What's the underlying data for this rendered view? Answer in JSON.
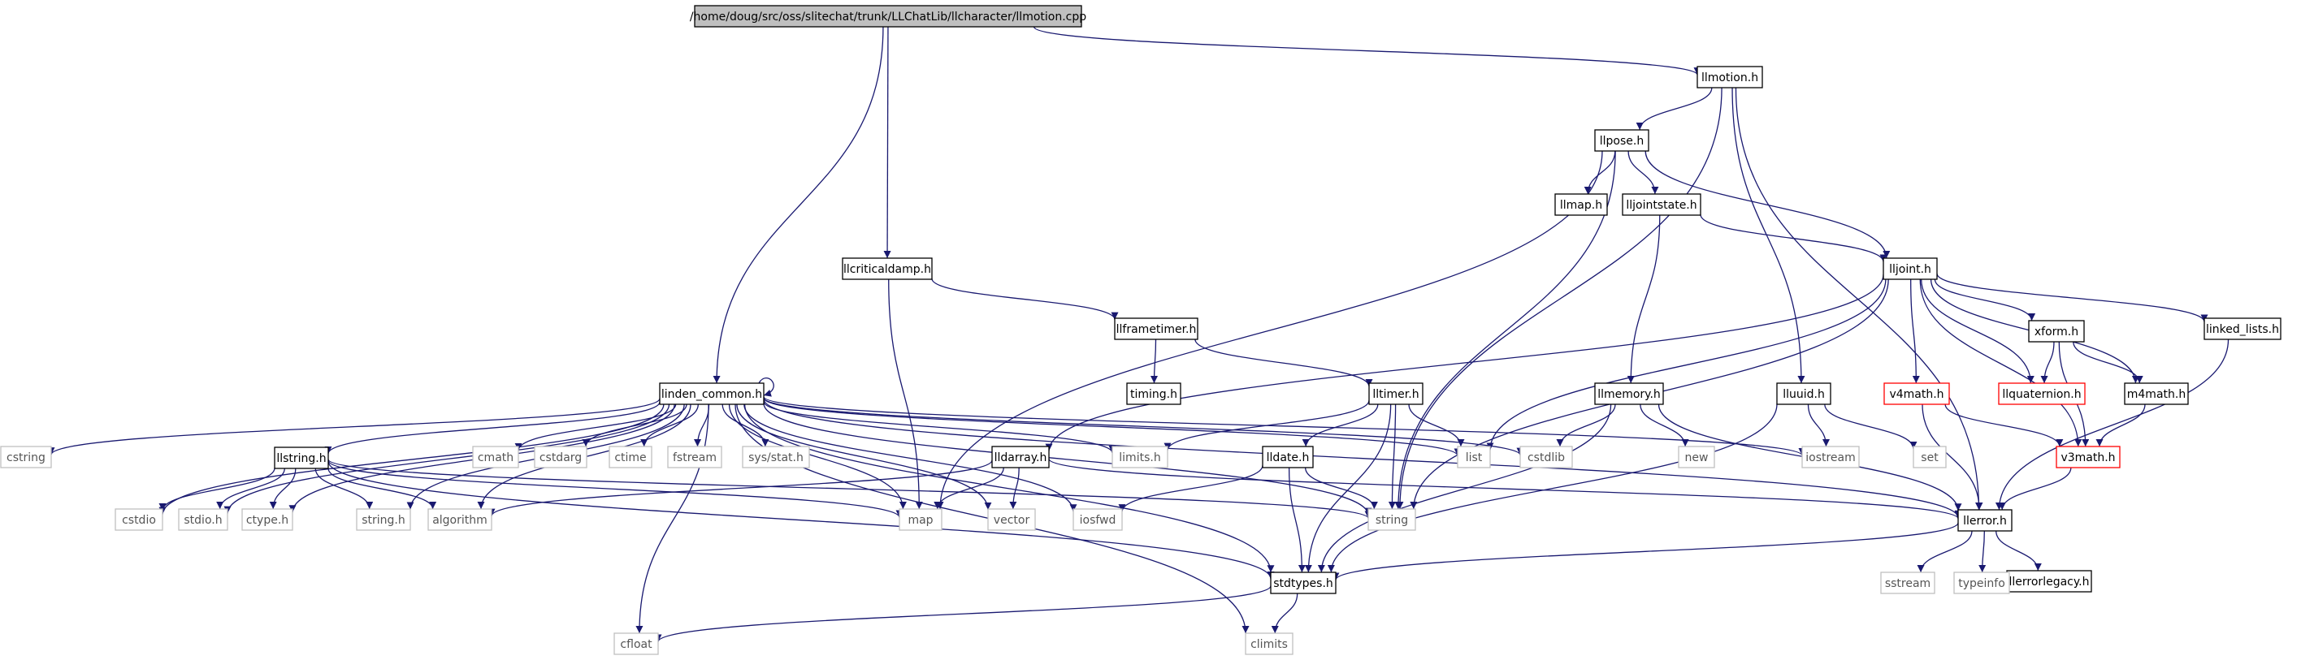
{
  "colors": {
    "edge": "#191970",
    "root_fill": "#bfbfbf",
    "documented_border": "#000000",
    "truncated_border": "#ff0000",
    "external_border": "#bfbfbf",
    "text_normal": "#000000",
    "text_external": "#555555"
  },
  "nodes": [
    {
      "id": "root",
      "label": "/home/doug/src/oss/slitechat/trunk/LLChatLib/llcharacter/llmotion.cpp",
      "kind": "root"
    },
    {
      "id": "llmotion",
      "label": "llmotion.h",
      "kind": "documented"
    },
    {
      "id": "llpose",
      "label": "llpose.h",
      "kind": "documented"
    },
    {
      "id": "llmap",
      "label": "llmap.h",
      "kind": "documented"
    },
    {
      "id": "lljointstate",
      "label": "lljointstate.h",
      "kind": "documented"
    },
    {
      "id": "lljoint",
      "label": "lljoint.h",
      "kind": "documented"
    },
    {
      "id": "llcriticaldamp",
      "label": "llcriticaldamp.h",
      "kind": "documented"
    },
    {
      "id": "llframetimer",
      "label": "llframetimer.h",
      "kind": "documented"
    },
    {
      "id": "timing",
      "label": "timing.h",
      "kind": "documented"
    },
    {
      "id": "lltimer",
      "label": "lltimer.h",
      "kind": "documented"
    },
    {
      "id": "linden_common",
      "label": "linden_common.h",
      "kind": "documented"
    },
    {
      "id": "llmemory",
      "label": "llmemory.h",
      "kind": "documented"
    },
    {
      "id": "lluuid",
      "label": "lluuid.h",
      "kind": "documented"
    },
    {
      "id": "xform",
      "label": "xform.h",
      "kind": "documented"
    },
    {
      "id": "linked_lists",
      "label": "linked_lists.h",
      "kind": "documented"
    },
    {
      "id": "v4math",
      "label": "v4math.h",
      "kind": "truncated"
    },
    {
      "id": "llquaternion",
      "label": "llquaternion.h",
      "kind": "truncated"
    },
    {
      "id": "m4math",
      "label": "m4math.h",
      "kind": "documented"
    },
    {
      "id": "v3math",
      "label": "v3math.h",
      "kind": "truncated"
    },
    {
      "id": "llstring",
      "label": "llstring.h",
      "kind": "documented"
    },
    {
      "id": "lldarray",
      "label": "lldarray.h",
      "kind": "documented"
    },
    {
      "id": "lldate",
      "label": "lldate.h",
      "kind": "documented"
    },
    {
      "id": "llerror",
      "label": "llerror.h",
      "kind": "documented"
    },
    {
      "id": "stdtypes",
      "label": "stdtypes.h",
      "kind": "documented"
    },
    {
      "id": "llerrorlegacy",
      "label": "llerrorlegacy.h",
      "kind": "documented"
    },
    {
      "id": "cstring",
      "label": "cstring",
      "kind": "external"
    },
    {
      "id": "cstdio",
      "label": "cstdio",
      "kind": "external"
    },
    {
      "id": "stdio_h",
      "label": "stdio.h",
      "kind": "external"
    },
    {
      "id": "ctype_h",
      "label": "ctype.h",
      "kind": "external"
    },
    {
      "id": "string_h",
      "label": "string.h",
      "kind": "external"
    },
    {
      "id": "algorithm",
      "label": "algorithm",
      "kind": "external"
    },
    {
      "id": "cmath",
      "label": "cmath",
      "kind": "external"
    },
    {
      "id": "cstdarg",
      "label": "cstdarg",
      "kind": "external"
    },
    {
      "id": "ctime",
      "label": "ctime",
      "kind": "external"
    },
    {
      "id": "fstream",
      "label": "fstream",
      "kind": "external"
    },
    {
      "id": "sysstat",
      "label": "sys/stat.h",
      "kind": "external"
    },
    {
      "id": "limits_h",
      "label": "limits.h",
      "kind": "external"
    },
    {
      "id": "list",
      "label": "list",
      "kind": "external"
    },
    {
      "id": "cstdlib",
      "label": "cstdlib",
      "kind": "external"
    },
    {
      "id": "new",
      "label": "new",
      "kind": "external"
    },
    {
      "id": "iostream",
      "label": "iostream",
      "kind": "external"
    },
    {
      "id": "set",
      "label": "set",
      "kind": "external"
    },
    {
      "id": "map",
      "label": "map",
      "kind": "external"
    },
    {
      "id": "vector",
      "label": "vector",
      "kind": "external"
    },
    {
      "id": "iosfwd",
      "label": "iosfwd",
      "kind": "external"
    },
    {
      "id": "string",
      "label": "string",
      "kind": "external"
    },
    {
      "id": "sstream",
      "label": "sstream",
      "kind": "external"
    },
    {
      "id": "typeinfo",
      "label": "typeinfo",
      "kind": "external"
    },
    {
      "id": "cfloat",
      "label": "cfloat",
      "kind": "external"
    },
    {
      "id": "climits",
      "label": "climits",
      "kind": "external"
    }
  ],
  "edges": [
    [
      "root",
      "llmotion"
    ],
    [
      "root",
      "llcriticaldamp"
    ],
    [
      "root",
      "linden_common"
    ],
    [
      "llmotion",
      "llpose"
    ],
    [
      "llmotion",
      "lluuid"
    ],
    [
      "llmotion",
      "string"
    ],
    [
      "llmotion",
      "llerror"
    ],
    [
      "llpose",
      "llmap"
    ],
    [
      "llpose",
      "lljointstate"
    ],
    [
      "llpose",
      "lljoint"
    ],
    [
      "llpose",
      "map"
    ],
    [
      "llpose",
      "string"
    ],
    [
      "lljointstate",
      "lljoint"
    ],
    [
      "lljointstate",
      "llmemory"
    ],
    [
      "lljoint",
      "xform"
    ],
    [
      "lljoint",
      "linked_lists"
    ],
    [
      "lljoint",
      "v4math"
    ],
    [
      "lljoint",
      "llquaternion"
    ],
    [
      "lljoint",
      "m4math"
    ],
    [
      "lljoint",
      "v3math"
    ],
    [
      "lljoint",
      "list"
    ],
    [
      "lljoint",
      "lldarray"
    ],
    [
      "lljoint",
      "string"
    ],
    [
      "llcriticaldamp",
      "llframetimer"
    ],
    [
      "llcriticaldamp",
      "map"
    ],
    [
      "llframetimer",
      "timing"
    ],
    [
      "llframetimer",
      "lltimer"
    ],
    [
      "lltimer",
      "list"
    ],
    [
      "lltimer",
      "limits_h"
    ],
    [
      "lltimer",
      "lldate"
    ],
    [
      "lltimer",
      "string"
    ],
    [
      "lltimer",
      "stdtypes"
    ],
    [
      "linden_common",
      "linden_common"
    ],
    [
      "linden_common",
      "cstring"
    ],
    [
      "linden_common",
      "cstdio"
    ],
    [
      "linden_common",
      "stdio_h"
    ],
    [
      "linden_common",
      "ctype_h"
    ],
    [
      "linden_common",
      "string_h"
    ],
    [
      "linden_common",
      "algorithm"
    ],
    [
      "linden_common",
      "llstring"
    ],
    [
      "linden_common",
      "cmath"
    ],
    [
      "linden_common",
      "cstdarg"
    ],
    [
      "linden_common",
      "ctime"
    ],
    [
      "linden_common",
      "fstream"
    ],
    [
      "linden_common",
      "sysstat"
    ],
    [
      "linden_common",
      "limits_h"
    ],
    [
      "linden_common",
      "list"
    ],
    [
      "linden_common",
      "cstdlib"
    ],
    [
      "linden_common",
      "iostream"
    ],
    [
      "linden_common",
      "map"
    ],
    [
      "linden_common",
      "vector"
    ],
    [
      "linden_common",
      "iosfwd"
    ],
    [
      "linden_common",
      "string"
    ],
    [
      "linden_common",
      "stdtypes"
    ],
    [
      "linden_common",
      "llerror"
    ],
    [
      "linden_common",
      "cfloat"
    ],
    [
      "linden_common",
      "climits"
    ],
    [
      "llstring",
      "cstdio"
    ],
    [
      "llstring",
      "stdio_h"
    ],
    [
      "llstring",
      "ctype_h"
    ],
    [
      "llstring",
      "string_h"
    ],
    [
      "llstring",
      "algorithm"
    ],
    [
      "llstring",
      "map"
    ],
    [
      "llstring",
      "string"
    ],
    [
      "llstring",
      "stdtypes"
    ],
    [
      "lldarray",
      "algorithm"
    ],
    [
      "lldarray",
      "map"
    ],
    [
      "lldarray",
      "vector"
    ],
    [
      "lldarray",
      "llerror"
    ],
    [
      "lldate",
      "iosfwd"
    ],
    [
      "lldate",
      "string"
    ],
    [
      "lldate",
      "stdtypes"
    ],
    [
      "llmemory",
      "cstdlib"
    ],
    [
      "llmemory",
      "new"
    ],
    [
      "llmemory",
      "stdtypes"
    ],
    [
      "llmemory",
      "llerror"
    ],
    [
      "lluuid",
      "iostream"
    ],
    [
      "lluuid",
      "set"
    ],
    [
      "lluuid",
      "stdtypes"
    ],
    [
      "xform",
      "llquaternion"
    ],
    [
      "xform",
      "m4math"
    ],
    [
      "xform",
      "v3math"
    ],
    [
      "linked_lists",
      "llerror"
    ],
    [
      "v4math",
      "v3math"
    ],
    [
      "v4math",
      "llerror"
    ],
    [
      "m4math",
      "v3math"
    ],
    [
      "v3math",
      "llerror"
    ],
    [
      "llerror",
      "sstream"
    ],
    [
      "llerror",
      "typeinfo"
    ],
    [
      "llerror",
      "llerrorlegacy"
    ],
    [
      "llerror",
      "stdtypes"
    ],
    [
      "stdtypes",
      "cfloat"
    ],
    [
      "stdtypes",
      "climits"
    ]
  ]
}
